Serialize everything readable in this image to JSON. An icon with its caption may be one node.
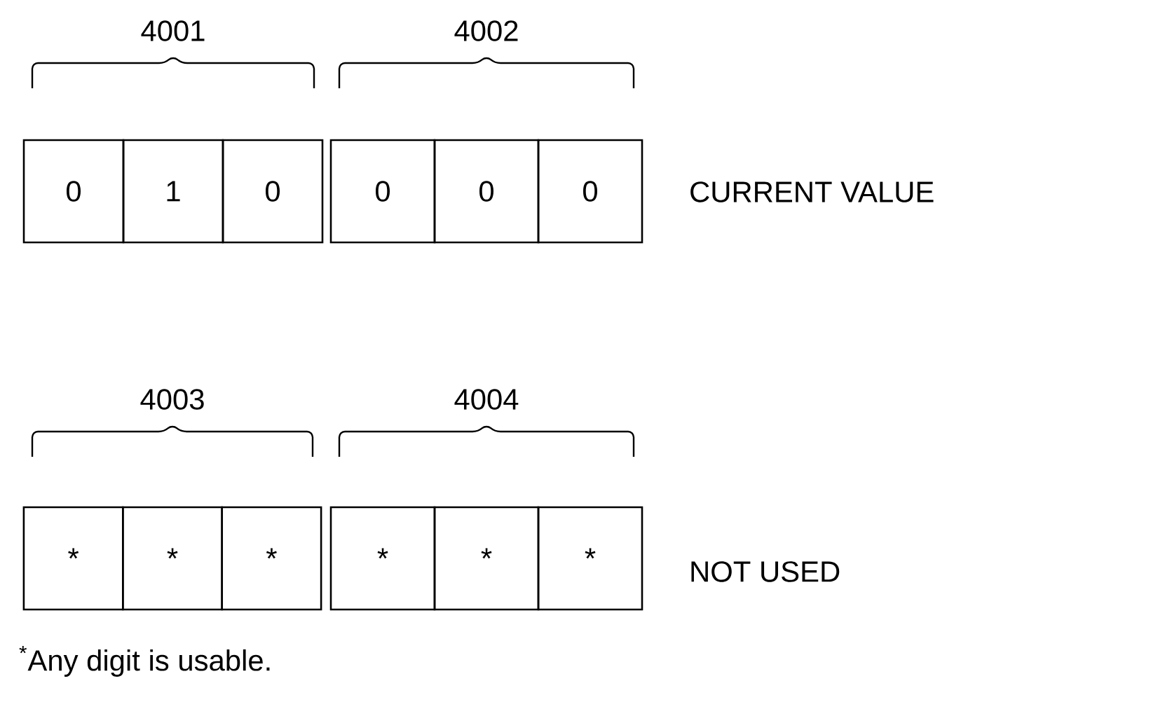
{
  "diagram": {
    "nodes": [
      {
        "text": [
          "0"
        ]
      },
      {
        "text": [
          "1"
        ]
      },
      {
        "text": [
          "0"
        ]
      },
      {
        "text": [
          "0"
        ]
      },
      {
        "text": [
          "0"
        ]
      },
      {
        "text": [
          "0"
        ]
      },
      {
        "text": [
          "*"
        ]
      },
      {
        "text": [
          "*"
        ]
      },
      {
        "text": [
          "*"
        ]
      },
      {
        "text": [
          "*"
        ]
      },
      {
        "text": [
          "*"
        ]
      },
      {
        "text": [
          "*"
        ]
      }
    ],
    "labels": [
      "4001",
      "4002",
      "CURRENT VALUE",
      "4003",
      "4004",
      "NOT USED",
      "$^{*}$Any digit is usable."
    ]
  }
}
